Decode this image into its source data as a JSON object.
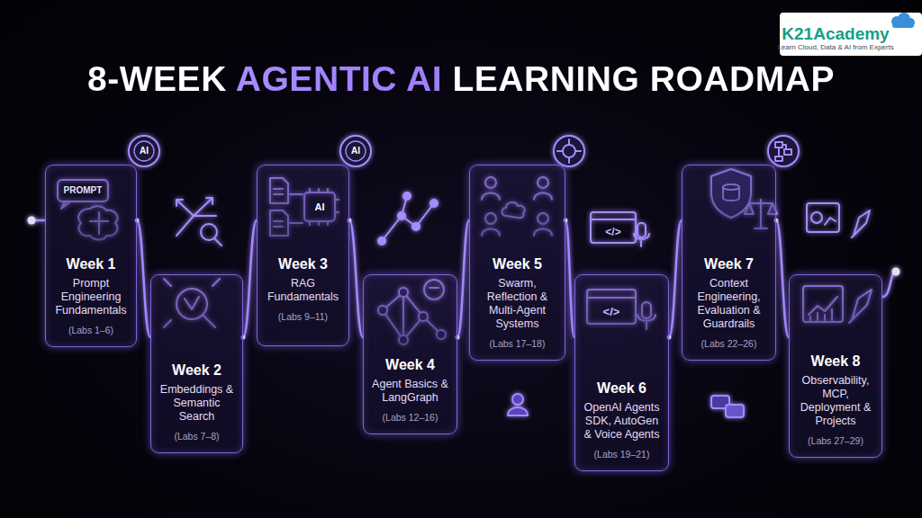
{
  "diagram": {
    "title": "8-WEEK AGENTIC AI LEARNING ROADMAP",
    "nodes": [
      {
        "text": [
          "Week 1",
          "Prompt Engineering Fundamentals",
          "(Labs 1–6)"
        ]
      },
      {
        "text": [
          "Week 2",
          "Embeddings & Semantic Search",
          "(Labs 7–8)"
        ]
      },
      {
        "text": [
          "Week 3",
          "RAG Fundamentals",
          "(Labs 9–11)"
        ]
      },
      {
        "text": [
          "Week 4",
          "Agent Basics & LangGraph",
          "(Labs 12–16)"
        ]
      },
      {
        "text": [
          "Week 5",
          "Swarm, Reflection & Multi-Agent Systems",
          "(Labs 17–18)"
        ]
      },
      {
        "text": [
          "Week 6",
          "OpenAI Agents SDK, AutoGen & Voice Agents",
          "(Labs 19–21)"
        ]
      },
      {
        "text": [
          "Week 7",
          "Context Engineering, Evaluation & Guardrails",
          "(Labs 22–26)"
        ]
      },
      {
        "text": [
          "Week 8",
          "Observability, MCP, Deployment & Projects",
          "(Labs 27–29)"
        ]
      }
    ],
    "edges": [
      {
        "from": 0,
        "to": 1,
        "arrow": "none"
      },
      {
        "from": 1,
        "to": 2,
        "arrow": "none"
      },
      {
        "from": 2,
        "to": 3,
        "arrow": "none"
      },
      {
        "from": 3,
        "to": 4,
        "arrow": "none"
      },
      {
        "from": 4,
        "to": 5,
        "arrow": "none"
      },
      {
        "from": 5,
        "to": 6,
        "arrow": "none"
      },
      {
        "from": 6,
        "to": 7,
        "arrow": "none"
      }
    ],
    "labels": [
      "K21Academy",
      "Learn Cloud, Data & AI from Experts",
      "AI",
      "PROMPT",
      "AI",
      "AI",
      "</>",
      "</>"
    ]
  }
}
